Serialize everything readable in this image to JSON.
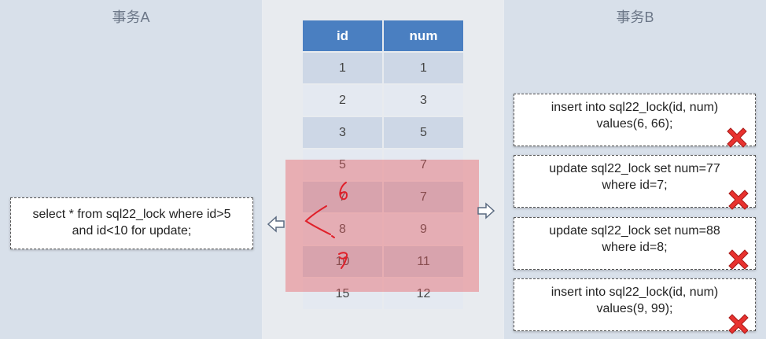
{
  "left_panel": {
    "title": "事务A"
  },
  "right_panel": {
    "title": "事务B"
  },
  "table": {
    "columns": [
      "id",
      "num"
    ],
    "rows": [
      [
        "1",
        "1"
      ],
      [
        "2",
        "3"
      ],
      [
        "3",
        "5"
      ],
      [
        "5",
        "7"
      ],
      [
        "7",
        "7"
      ],
      [
        "8",
        "9"
      ],
      [
        "10",
        "11"
      ],
      [
        "15",
        "12"
      ]
    ]
  },
  "transaction_a": {
    "statement": "select * from sql22_lock where id>5\nand id<10 for update;"
  },
  "transaction_b": {
    "statements": [
      {
        "text": "insert into sql22_lock(id, num)\nvalues(6, 66);",
        "result": "blocked"
      },
      {
        "text": "update sql22_lock set num=77\nwhere id=7;",
        "result": "blocked"
      },
      {
        "text": "update sql22_lock set num=88\nwhere id=8;",
        "result": "blocked"
      },
      {
        "text": "insert into sql22_lock(id, num)\nvalues(9, 99);",
        "result": "blocked"
      }
    ]
  },
  "annotations": {
    "handwritten_marks": [
      "6",
      "9"
    ]
  },
  "colors": {
    "header": "#4a7fc1",
    "highlight": "#e65a5f",
    "cross": "#e8322f",
    "ink": "#e0202a"
  }
}
